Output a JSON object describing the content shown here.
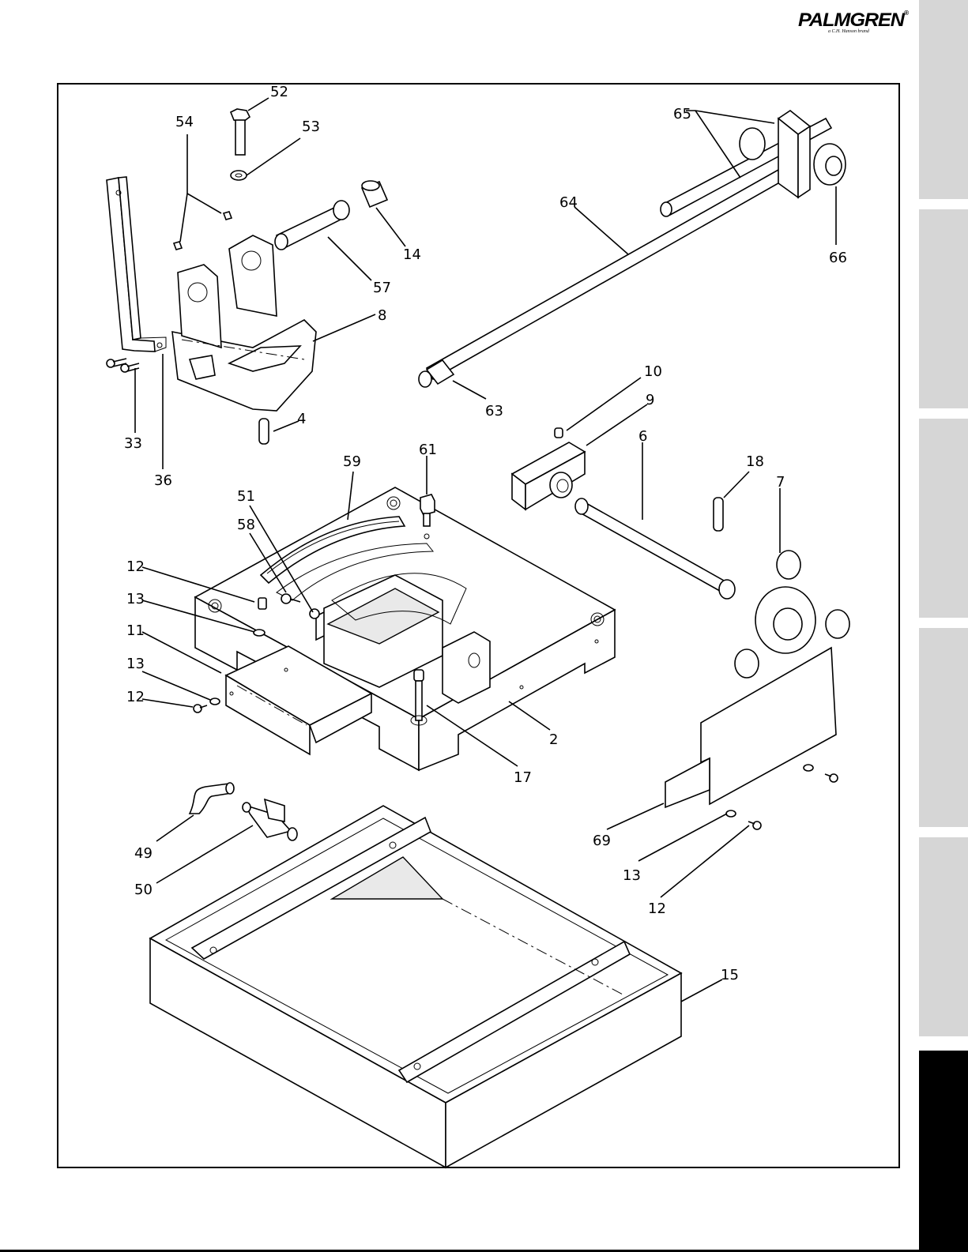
{
  "brand": {
    "name": "PALMGREN",
    "mark": "®",
    "tagline": "a C.H. Hanson brand"
  },
  "diagram": {
    "callouts": [
      {
        "id": "c52",
        "label": "52"
      },
      {
        "id": "c54",
        "label": "54"
      },
      {
        "id": "c53",
        "label": "53"
      },
      {
        "id": "c14",
        "label": "14"
      },
      {
        "id": "c57",
        "label": "57"
      },
      {
        "id": "c8",
        "label": "8"
      },
      {
        "id": "c33",
        "label": "33"
      },
      {
        "id": "c36",
        "label": "36"
      },
      {
        "id": "c4",
        "label": "4"
      },
      {
        "id": "c65",
        "label": "65"
      },
      {
        "id": "c64",
        "label": "64"
      },
      {
        "id": "c66",
        "label": "66"
      },
      {
        "id": "c63",
        "label": "63"
      },
      {
        "id": "c10",
        "label": "10"
      },
      {
        "id": "c9",
        "label": "9"
      },
      {
        "id": "c6",
        "label": "6"
      },
      {
        "id": "c18",
        "label": "18"
      },
      {
        "id": "c7",
        "label": "7"
      },
      {
        "id": "c61",
        "label": "61"
      },
      {
        "id": "c59",
        "label": "59"
      },
      {
        "id": "c51",
        "label": "51"
      },
      {
        "id": "c58",
        "label": "58"
      },
      {
        "id": "c12a",
        "label": "12"
      },
      {
        "id": "c13a",
        "label": "13"
      },
      {
        "id": "c11",
        "label": "11"
      },
      {
        "id": "c13b",
        "label": "13"
      },
      {
        "id": "c12b",
        "label": "12"
      },
      {
        "id": "c2",
        "label": "2"
      },
      {
        "id": "c17",
        "label": "17"
      },
      {
        "id": "c49",
        "label": "49"
      },
      {
        "id": "c50",
        "label": "50"
      },
      {
        "id": "c69",
        "label": "69"
      },
      {
        "id": "c13c",
        "label": "13"
      },
      {
        "id": "c12c",
        "label": "12"
      },
      {
        "id": "c15",
        "label": "15"
      }
    ]
  },
  "colors": {
    "tab_inactive": "#d6d6d6",
    "tab_active": "#000000",
    "line": "#000000"
  },
  "side_tabs": [
    "inactive",
    "inactive",
    "inactive",
    "inactive",
    "inactive",
    "active"
  ]
}
